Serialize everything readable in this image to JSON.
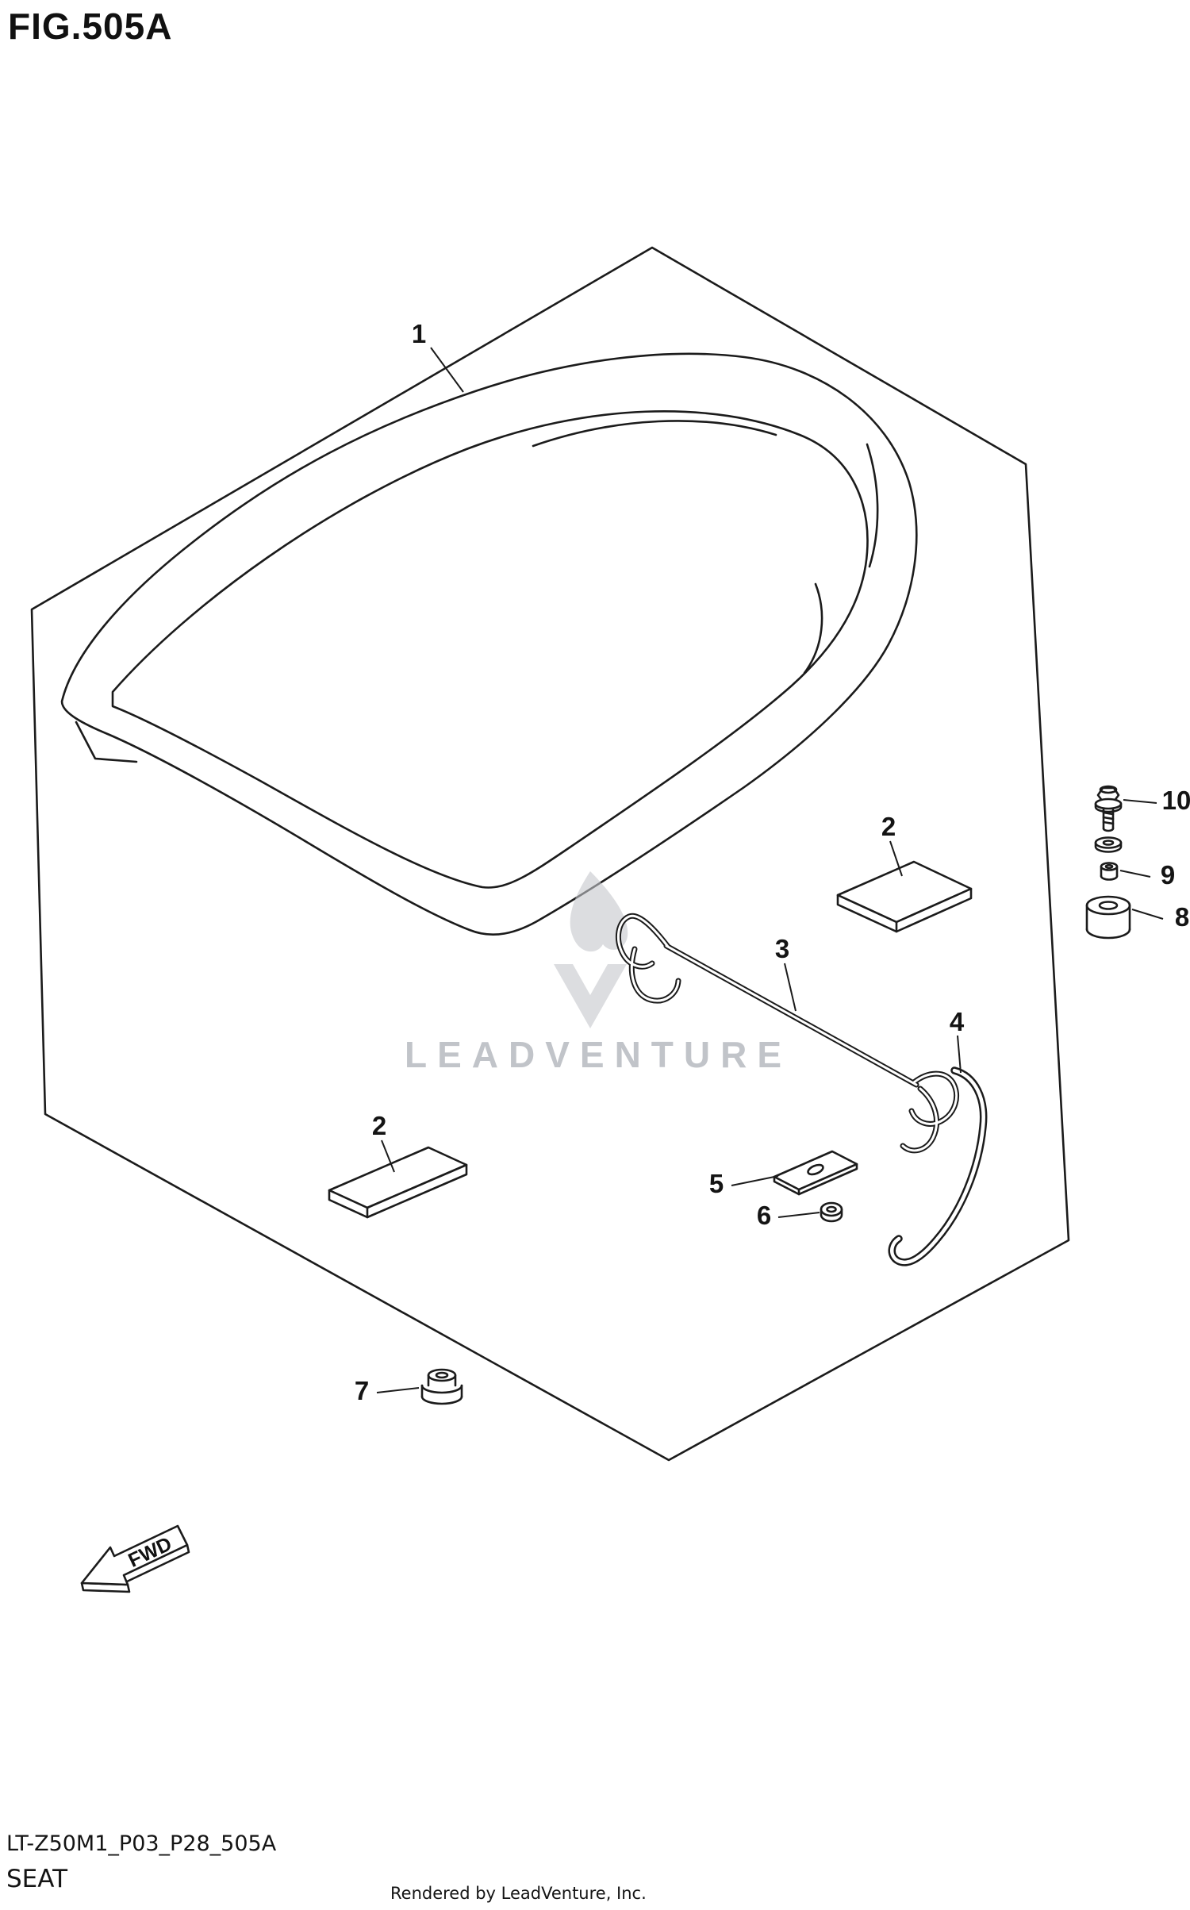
{
  "page": {
    "title": "FIG.505A",
    "footer": {
      "part_code": "LT-Z50M1_P03_P28_505A",
      "part_name": "SEAT",
      "credit": "Rendered by LeadVenture, Inc."
    }
  },
  "diagram": {
    "watermark": "LEADVENTURE",
    "direction_label": "FWD",
    "callouts": {
      "c1": "1",
      "c2_upper": "2",
      "c2_lower": "2",
      "c3": "3",
      "c4": "4",
      "c5": "5",
      "c6": "6",
      "c7": "7",
      "c8": "8",
      "c9": "9",
      "c10": "10"
    },
    "colors": {
      "line": "#1b1b1b",
      "background": "#ffffff",
      "watermark": "#b7bac0"
    }
  }
}
